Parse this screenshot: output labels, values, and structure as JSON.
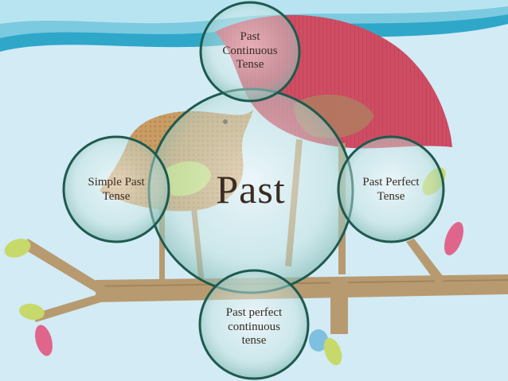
{
  "diagram": {
    "center": {
      "label": "Past"
    },
    "nodes": {
      "top": {
        "line1": "Past",
        "line2": "Continuous",
        "line3": "Tense"
      },
      "left": {
        "line1": "Simple Past",
        "line2": "Tense"
      },
      "right": {
        "line1": "Past Perfect",
        "line2": "Tense"
      },
      "bottom": {
        "line1": "Past perfect",
        "line2": "continuous",
        "line3": "tense"
      }
    }
  },
  "colors": {
    "background": "#d3ebf5",
    "wave_dark": "#2fa7c9",
    "wave_light": "#bfe7f3",
    "red_bird": "#cf4d63",
    "tan_bird": "#c49a62",
    "branch": "#b89a70",
    "leaf_green": "#c6d96a",
    "leaf_pink": "#e0658c",
    "circle_fill": "#cfe6e3",
    "circle_stroke": "#1e5a4e"
  }
}
